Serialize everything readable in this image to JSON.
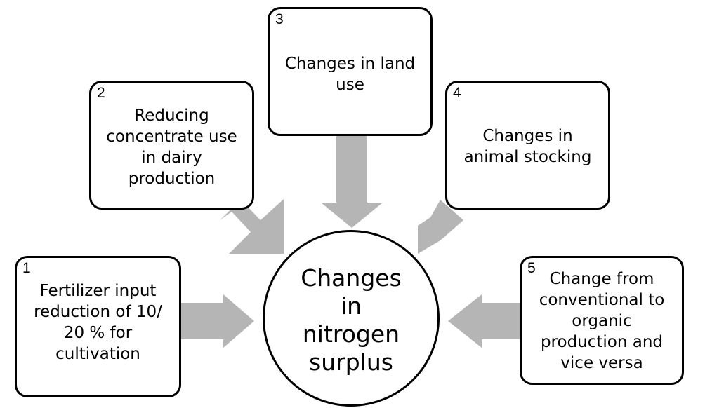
{
  "colors": {
    "arrow": "#b5b5b5",
    "border": "#000000",
    "background": "#ffffff"
  },
  "center": {
    "lines": [
      "Changes",
      "in",
      "nitrogen",
      "surplus"
    ]
  },
  "boxes": [
    {
      "number": "1",
      "lines": [
        "Fertilizer input",
        "reduction  of 10/",
        "20 % for",
        "cultivation"
      ]
    },
    {
      "number": "2",
      "lines": [
        "Reducing",
        "concentrate use",
        "in dairy",
        "production"
      ]
    },
    {
      "number": "3",
      "lines": [
        "Changes in land",
        "use"
      ]
    },
    {
      "number": "4",
      "lines": [
        "Changes in",
        "animal stocking"
      ]
    },
    {
      "number": "5",
      "lines": [
        "Change from",
        "conventional to",
        "organic",
        "production and",
        "vice versa"
      ]
    }
  ]
}
